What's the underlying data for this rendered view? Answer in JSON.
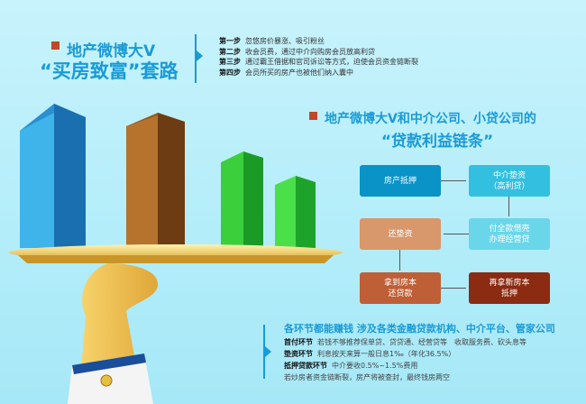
{
  "title1": {
    "line1": "地产微博大V",
    "line2": "“买房致富”套路"
  },
  "steps": [
    {
      "label": "第一步",
      "text": "忽悠房价暴涨、吸引粉丝"
    },
    {
      "label": "第二步",
      "text": "收会员费，通过中介向购房会员放高利贷"
    },
    {
      "label": "第三步",
      "text": "通过霸王借据和官司诉讼等方式，迫使会员资金链断裂"
    },
    {
      "label": "第四步",
      "text": "会员所买的房产也被他们纳入囊中"
    }
  ],
  "title2": {
    "line1": "地产微博大V和中介公司、小贷公司的",
    "line2": "“贷款利益链条”"
  },
  "flow": [
    {
      "text": "房产抵押",
      "color": "#0a93c6"
    },
    {
      "text": "中介垫资\n（高利贷）",
      "color": "#33bfe0"
    },
    {
      "text": "付全款借壳\n办理经营贷",
      "color": "#6ad6ea"
    },
    {
      "text": "还垫资",
      "color": "#d9976c"
    },
    {
      "text": "拿到房本\n还贷款",
      "color": "#be5f37"
    },
    {
      "text": "再拿新房本\n抵押",
      "color": "#8b2b12"
    }
  ],
  "bottom": {
    "heading": "各环节都能赚钱 涉及各类金融贷款机构、中介平台、管家公司",
    "items": [
      {
        "label": "首付环节",
        "text": "若钱不够推荐保单贷、贷贷通、经营贷等　收取服务费、砍头息等"
      },
      {
        "label": "垫资环节",
        "text": "利息按天来算一般日息1‰（年化36.5%）"
      },
      {
        "label": "抵押贷款环节",
        "text": "中介要收0.5%~1.5%费用"
      }
    ],
    "footer": "若炒房者资金链断裂，房产将被查封，最终钱房两空"
  }
}
